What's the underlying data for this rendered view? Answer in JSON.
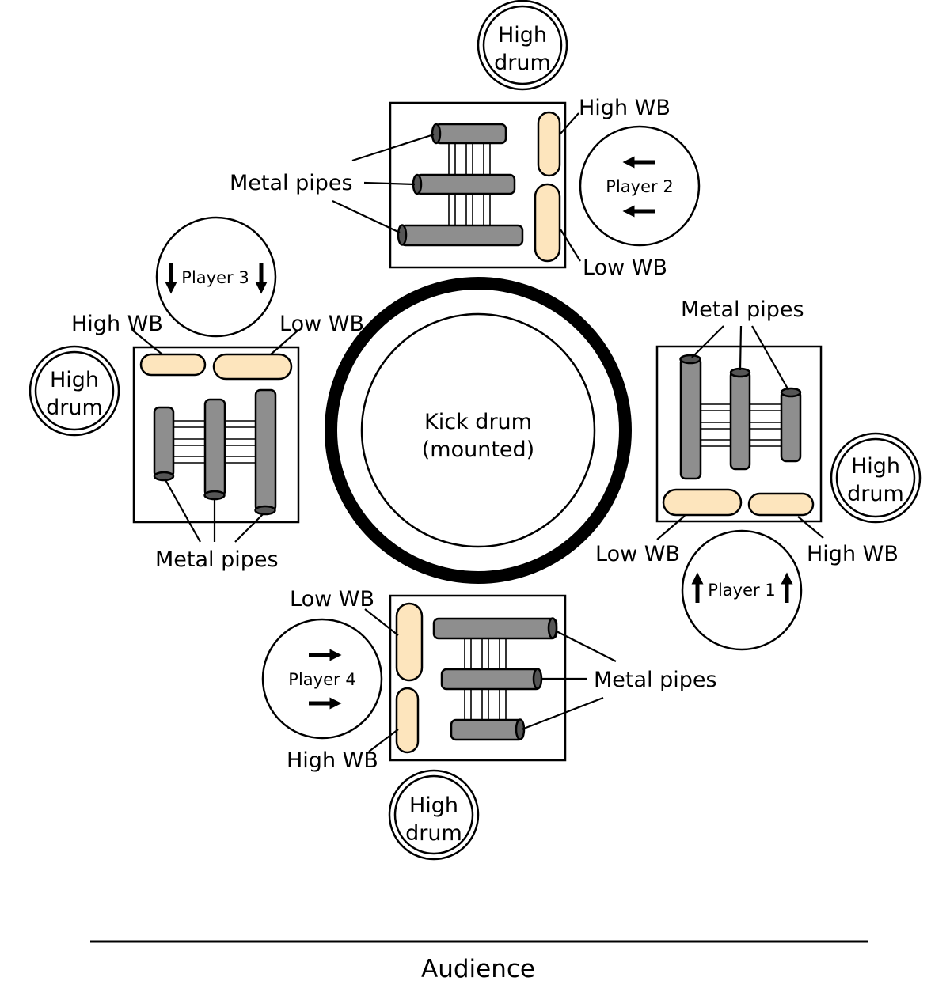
{
  "colors": {
    "wood_block": "#fde5bd",
    "pipe_body": "#8e8e8e",
    "pipe_cap": "#555555",
    "line": "#000000",
    "background": "#ffffff"
  },
  "kick_drum": {
    "line1": "Kick drum",
    "line2": "(mounted)"
  },
  "high_drum": {
    "line1": "High",
    "line2": "drum"
  },
  "players": {
    "p1": "Player 1",
    "p2": "Player 2",
    "p3": "Player 3",
    "p4": "Player 4"
  },
  "labels": {
    "high_wb": "High WB",
    "low_wb": "Low WB",
    "metal_pipes": "Metal pipes"
  },
  "audience": "Audience",
  "icons": {
    "player1_arrows": "arrow-up-icon",
    "player2_arrows": "arrow-left-icon",
    "player3_arrows": "arrow-down-icon",
    "player4_arrows": "arrow-right-icon"
  }
}
